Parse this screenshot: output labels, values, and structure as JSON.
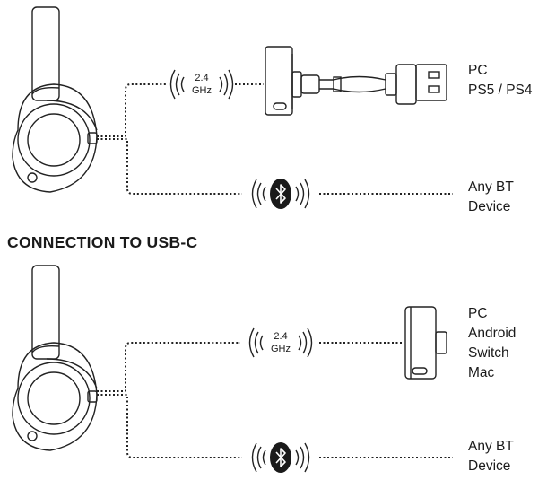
{
  "section_heading": "CONNECTION TO USB-C",
  "top": {
    "wireless_badge": {
      "line1": "2.4",
      "line2": "GHz"
    },
    "wireless_targets": [
      "PC",
      "PS5 / PS4"
    ],
    "bluetooth_targets": [
      "Any BT",
      "Device"
    ]
  },
  "bottom": {
    "wireless_badge": {
      "line1": "2.4",
      "line2": "GHz"
    },
    "wireless_targets": [
      "PC",
      "Android",
      "Switch",
      "Mac"
    ],
    "bluetooth_targets": [
      "Any BT",
      "Device"
    ]
  },
  "icons": {
    "headset": "headset-icon",
    "usb_a_dongle": "usb-a-dongle-icon",
    "usb_c_dongle": "usb-c-dongle-icon",
    "bluetooth": "bluetooth-icon",
    "wireless_waves": "wireless-waves-icon"
  }
}
